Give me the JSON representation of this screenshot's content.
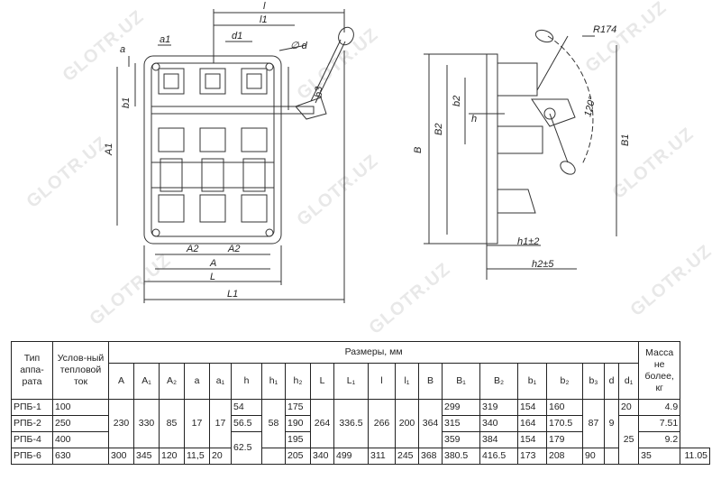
{
  "watermark": "GLOTR.UZ",
  "drawing": {
    "dims": {
      "l": "l",
      "l1": "l1",
      "d1": "d1",
      "a1": "a1",
      "a": "a",
      "d": "∅ d",
      "b1": "b1",
      "b3": "b3",
      "A1": "A1",
      "A2": "A2",
      "A": "A",
      "L": "L",
      "L1": "L1",
      "R174": "R174",
      "B": "B",
      "B2": "B2",
      "b2": "b2",
      "h": "h",
      "B1": "B1",
      "deg120": "120°",
      "h1": "h1±2",
      "h2": "h2±5"
    }
  },
  "table": {
    "headers": {
      "type": "Тип аппа-рата",
      "current": "Услов-ный тепловой ток",
      "dimensions": "Размеры, мм",
      "mass": "Масса не более, кг"
    },
    "sub_headers": [
      "A",
      "A₁",
      "A₂",
      "a",
      "a₁",
      "h",
      "h₁",
      "h₂",
      "L",
      "L₁",
      "l",
      "l₁",
      "B",
      "B₁",
      "B₂",
      "b₁",
      "b₂",
      "b₃",
      "d",
      "d₁"
    ],
    "rows": [
      {
        "type": "РПБ-1",
        "current": "100",
        "h2": "175",
        "B1": "299",
        "B2": "319",
        "b1": "154",
        "b2": "160",
        "d1": "20",
        "mass": "4.9"
      },
      {
        "type": "РПБ-2",
        "current": "250",
        "h2": "190",
        "B1": "315",
        "B2": "340",
        "b1": "164",
        "b2": "170.5",
        "mass": "7.51"
      },
      {
        "type": "РПБ-4",
        "current": "400",
        "h2": "195",
        "B1": "359",
        "B2": "384",
        "b1": "154",
        "b2": "179",
        "mass": "9.2"
      },
      {
        "type": "РПБ-6",
        "current": "630",
        "A": "300",
        "A1": "345",
        "A2": "120",
        "a": "11,5",
        "a1": "20",
        "h2": "205",
        "L": "340",
        "L1": "499",
        "l": "311",
        "l1": "245",
        "B": "368",
        "B1": "380.5",
        "B2": "416.5",
        "b1": "173",
        "b2": "208",
        "b3": "90",
        "d1": "35",
        "mass": "11.05"
      }
    ],
    "merged": {
      "A": "230",
      "A1": "330",
      "A2": "85",
      "a": "17",
      "a1": "17",
      "h_r1": "54",
      "h_r2": "56.5",
      "h_r34": "62.5",
      "h1": "58",
      "L": "264",
      "L1": "336.5",
      "l": "266",
      "l1": "200",
      "B": "364",
      "b3": "87",
      "d": "9",
      "d1_r34": "25"
    }
  }
}
